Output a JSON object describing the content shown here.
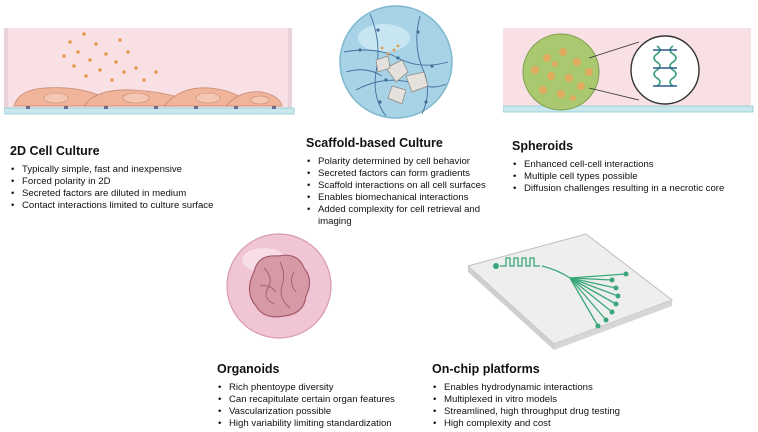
{
  "panels": {
    "culture_2d": {
      "title": "2D Cell Culture",
      "bullets": [
        "Typically simple, fast and inexpensive",
        "Forced polarity in 2D",
        "Secreted factors are diluted in medium",
        "Contact interactions limited to culture surface"
      ]
    },
    "scaffold": {
      "title": "Scaffold-based Culture",
      "bullets": [
        "Polarity determined by cell behavior",
        "Secreted factors can form gradients",
        "Scaffold interactions on all cell surfaces",
        "Enables biomechanical interactions",
        "Added complexity for cell retrieval and imaging"
      ]
    },
    "spheroids": {
      "title": "Spheroids",
      "bullets": [
        "Enhanced cell-cell interactions",
        "Multiple cell types possible",
        "Diffusion challenges resulting in a necrotic core"
      ]
    },
    "organoids": {
      "title": "Organoids",
      "bullets": [
        "Rich phentoype diversity",
        "Can recapitulate certain organ features",
        "Vascularization possible",
        "High variability limiting standardization"
      ]
    },
    "onchip": {
      "title": "On-chip platforms",
      "bullets": [
        "Enables hydrodynamic interactions",
        "Multiplexed in vitro models",
        "Streamlined, high throughput drug testing",
        "High complexity and cost"
      ]
    }
  },
  "colors": {
    "dish_pink": "#f6d9de",
    "glass": "#bfe3ea",
    "cell": "#efb49a",
    "dot": "#e59a4a",
    "sphere_blue": "#9ccbe0",
    "spheroid_green": "#a9c870",
    "organoid_pink": "#e6b2c4",
    "chip_green": "#3aa77a"
  }
}
